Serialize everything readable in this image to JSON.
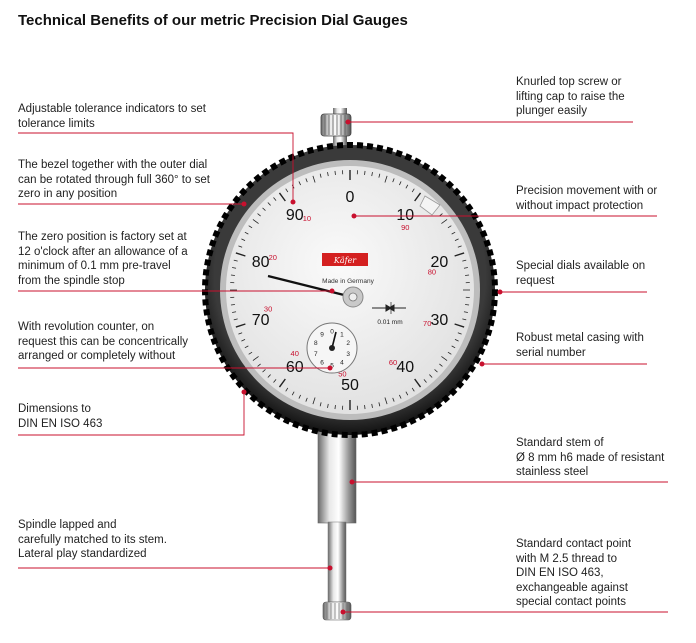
{
  "title": "Technical Benefits of our metric Precision Dial Gauges",
  "left_callouts": [
    {
      "lines": [
        "Adjustable tolerance indicators to set",
        "tolerance limits"
      ]
    },
    {
      "lines": [
        "The bezel together with the outer dial",
        "can be rotated through full 360° to set",
        "zero in any position"
      ]
    },
    {
      "lines": [
        "The zero position is factory set at",
        "12 o'clock after an allowance of a",
        "minimum of 0.1 mm pre-travel",
        "from the spindle stop"
      ]
    },
    {
      "lines": [
        "With revolution counter, on",
        "request this can be concentrically",
        "arranged or completely without"
      ]
    },
    {
      "lines": [
        "Dimensions to",
        "DIN EN ISO 463"
      ]
    },
    {
      "lines": [
        "Spindle lapped and",
        "carefully matched to its stem.",
        "Lateral play standardized"
      ]
    }
  ],
  "right_callouts": [
    {
      "lines": [
        "Knurled top screw or",
        "lifting cap to raise the",
        "plunger easily"
      ]
    },
    {
      "lines": [
        "Precision movement with or",
        "without impact protection"
      ]
    },
    {
      "lines": [
        "Special dials available on",
        "request"
      ]
    },
    {
      "lines": [
        "Robust metal casing with",
        "serial number"
      ]
    },
    {
      "lines": [
        "Standard stem of",
        "Ø 8 mm h6 made of resistant",
        "stainless steel"
      ]
    },
    {
      "lines": [
        "Standard contact point",
        "with M 2.5 thread to",
        "DIN EN ISO 463,",
        "exchangeable against",
        "special contact points"
      ]
    }
  ],
  "dial": {
    "main_numbers": [
      "0",
      "10",
      "20",
      "30",
      "40",
      "50",
      "60",
      "70",
      "80",
      "90"
    ],
    "red_numbers": [
      "10",
      "20",
      "30",
      "40",
      "50",
      "60",
      "70",
      "80",
      "90"
    ],
    "brand": "Käfer",
    "made_in": "Made in Germany",
    "resolution": "0.01 mm",
    "counter_numbers": [
      "0",
      "1",
      "2",
      "3",
      "4",
      "5",
      "6",
      "7",
      "8",
      "9"
    ]
  },
  "colors": {
    "leader_line": "#c8102e",
    "dot": "#c8102e",
    "bezel": "#1c1c1c",
    "dial_face": "#f2f2f2",
    "brand_plate": "#d42020"
  }
}
